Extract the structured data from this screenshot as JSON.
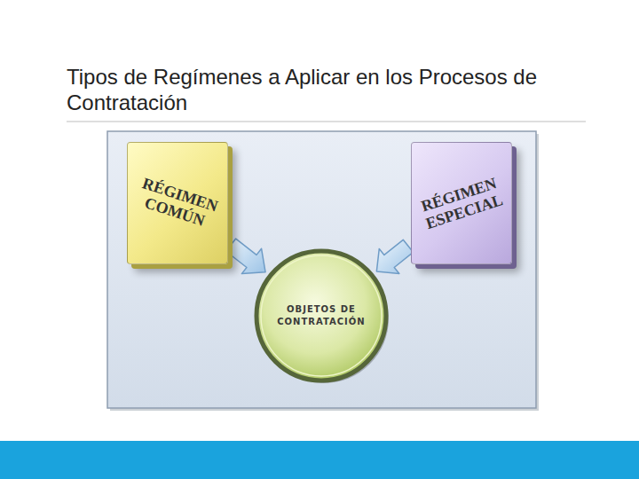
{
  "diagram": {
    "title": "Tipos de Regímenes a Aplicar en los Procesos de Contratación",
    "nodes": [
      {
        "text": [
          "RÉGIMEN COMÚN"
        ]
      },
      {
        "text": [
          "RÉGIMEN ESPECIAL"
        ]
      },
      {
        "text": [
          "OBJETOS DE CONTRATACIÓN"
        ]
      }
    ],
    "edges": [
      {
        "from": 0,
        "to": 2,
        "arrow": "to"
      },
      {
        "from": 1,
        "to": 2,
        "arrow": "to"
      }
    ]
  }
}
